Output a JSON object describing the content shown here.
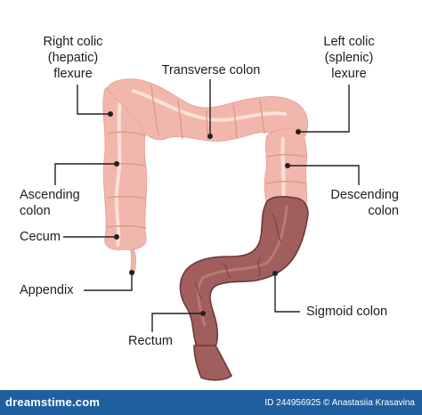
{
  "labels": {
    "right_colic": [
      "Right colic",
      "(hepatic)",
      "flexure"
    ],
    "transverse": "Transverse colon",
    "left_colic": [
      "Left colic",
      "(splenic)",
      "lexure"
    ],
    "ascending": [
      "Ascending",
      "colon"
    ],
    "descending": [
      "Descending",
      "colon"
    ],
    "cecum": "Cecum",
    "appendix": "Appendix",
    "sigmoid": "Sigmoid colon",
    "rectum": "Rectum"
  },
  "footer": {
    "brand": "dreamstime.com",
    "credit": "ID 244956925 © Anastasiia Krasavina"
  },
  "colors": {
    "colon_pink": "#f2b7ac",
    "colon_highlight": "#fbe0d8",
    "colon_shadow": "#e09a8e",
    "sigmoid_brown": "#a05e5d",
    "sigmoid_dark": "#6e3a3a",
    "footer_blue": "#1e5fa0"
  }
}
